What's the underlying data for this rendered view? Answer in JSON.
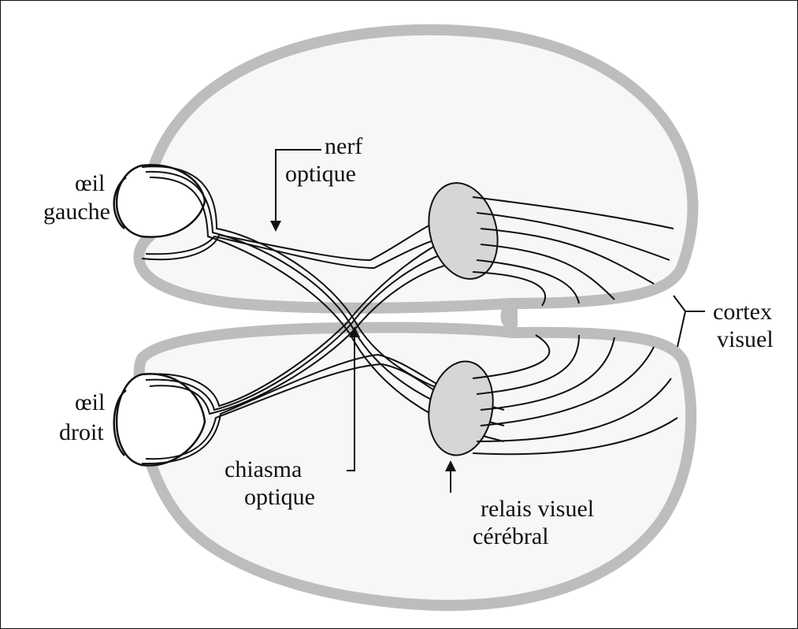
{
  "labels": {
    "left_eye": [
      "œil",
      "gauche"
    ],
    "right_eye": [
      "œil",
      "droit"
    ],
    "optic_nerve": [
      "nerf",
      "optique"
    ],
    "optic_chiasm": [
      "chiasma",
      "optique"
    ],
    "visual_relay": [
      "relais visuel",
      "cérébral"
    ],
    "visual_cortex": [
      "cortex",
      "visuel"
    ]
  },
  "colors": {
    "brain_rim": "#bdbdbd",
    "brain_fill": "#f7f7f7",
    "relay_fill": "#d6d6d6",
    "ink": "#111111"
  }
}
